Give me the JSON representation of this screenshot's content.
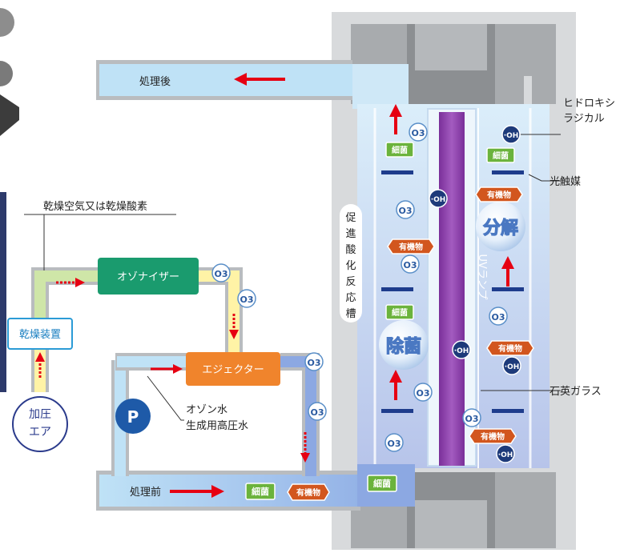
{
  "labels": {
    "after_treatment": "処理後",
    "before_treatment": "処理前",
    "dry_air": "乾燥空気又は乾燥酸素",
    "ozonizer": "オゾナイザー",
    "dryer": "乾燥装置",
    "pressurized_air": [
      "加圧",
      "エア"
    ],
    "ejector": "エジェクター",
    "pump": "P",
    "ozone_water": [
      "オゾン水",
      "生成用高圧水"
    ],
    "reaction_tank": [
      "促",
      "進",
      "酸",
      "化",
      "反",
      "応",
      "槽"
    ],
    "uv_lamp": "UVランプ",
    "hydroxyl_radical": [
      "ヒドロキシ",
      "ラジカル"
    ],
    "photocatalyst": "光触媒",
    "quartz_glass": "石英ガラス",
    "decompose": "分解",
    "sterilize": "除菌"
  },
  "badges": {
    "bacteria": "細菌",
    "organic": "有機物",
    "ozone": "O3",
    "oh": "·OH"
  },
  "colors": {
    "pipe_gray": "#b9bcbf",
    "water_blue": "#a8d8f0",
    "flow_arrow": "#e60012",
    "ozonizer_green": "#1a9b6e",
    "ejector_orange": "#f0842c",
    "dryer_border": "#2b9bd6",
    "pump_blue": "#1e5aa8",
    "uv_purple": "#8a3fa8",
    "bacteria_green": "#6bb33c",
    "organic_orange": "#d2561e",
    "oh_navy": "#1d3a7a"
  }
}
